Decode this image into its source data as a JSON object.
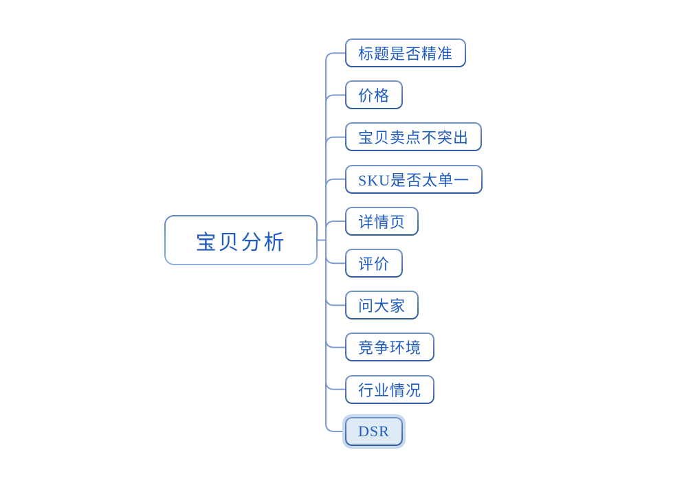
{
  "app": {
    "type": "mindmap-canvas",
    "background": "#ffffff"
  },
  "colors": {
    "connector": "#7D9BD2",
    "child_border_top": "#7495CB",
    "child_border_bottom": "#2E5CA4",
    "root_border_top": "#5E87C9",
    "root_border_bottom": "#8FB0DE",
    "node_fill": "#ffffff",
    "text": "#1F5CC2",
    "selected_fill": "#DEEBF6",
    "selected_halo": "#C7DAEC"
  },
  "mindmap": {
    "root": {
      "label": "宝贝分析"
    },
    "children": [
      {
        "label": "标题是否精准",
        "selected": false
      },
      {
        "label": "价格",
        "selected": false
      },
      {
        "label": "宝贝卖点不突出",
        "selected": false
      },
      {
        "label": "SKU是否太单一",
        "selected": false
      },
      {
        "label": "详情页",
        "selected": false
      },
      {
        "label": "评价",
        "selected": false
      },
      {
        "label": "问大家",
        "selected": false
      },
      {
        "label": "竞争环境",
        "selected": false
      },
      {
        "label": "行业情况",
        "selected": false
      },
      {
        "label": "DSR",
        "selected": true
      }
    ]
  }
}
